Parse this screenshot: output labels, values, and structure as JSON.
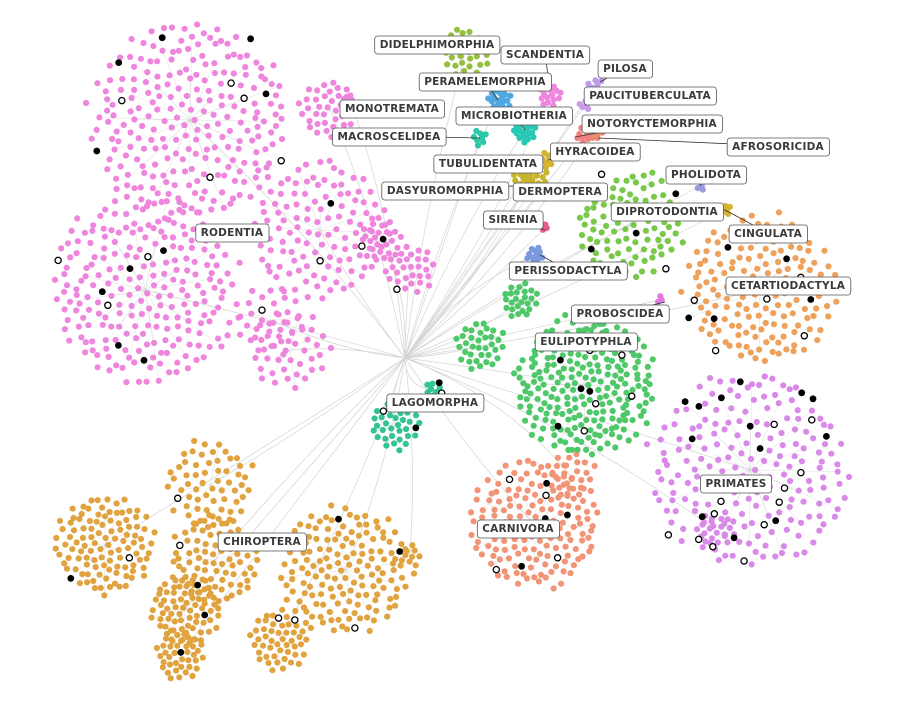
{
  "colors": {
    "edge": "#d4d4d4",
    "leader": "#333333",
    "highlight_fill": "#000000",
    "highlight_ring": "#000000"
  },
  "clades": [
    {
      "name": "RODENTIA",
      "color": "#ef86dd"
    },
    {
      "name": "CHIROPTERA",
      "color": "#e0a33f"
    },
    {
      "name": "CARNIVORA",
      "color": "#f29577"
    },
    {
      "name": "PRIMATES",
      "color": "#d98ae8"
    },
    {
      "name": "EULIPOTYPHLA",
      "color": "#4fc86a"
    },
    {
      "name": "LAGOMORPHA",
      "color": "#33c490"
    },
    {
      "name": "CETARTIODACTYLA",
      "color": "#eea15a"
    },
    {
      "name": "DIPROTODONTIA",
      "color": "#78c94a"
    },
    {
      "name": "DIDELPHIMORPHIA",
      "color": "#94c03e"
    },
    {
      "name": "SCANDENTIA",
      "color": "#ef86dd"
    },
    {
      "name": "PILOSA",
      "color": "#bf9ae8"
    },
    {
      "name": "PERAMELEMORPHIA",
      "color": "#4fa8e0"
    },
    {
      "name": "PAUCITUBERCULATA",
      "color": "#c79de8"
    },
    {
      "name": "MONOTREMATA",
      "color": "#ef86dd"
    },
    {
      "name": "MICROBIOTHERIA",
      "color": "#28c8b4"
    },
    {
      "name": "NOTORYCTEMORPHIA",
      "color": "#f08080"
    },
    {
      "name": "MACROSCELIDEA",
      "color": "#2ec8a8"
    },
    {
      "name": "AFROSORICIDA",
      "color": "#e88a72"
    },
    {
      "name": "HYRACOIDEA",
      "color": "#d4b430"
    },
    {
      "name": "TUBULIDENTATA",
      "color": "#c8b43a"
    },
    {
      "name": "DASYUROMORPHIA",
      "color": "#c8b42a"
    },
    {
      "name": "DERMOPTERA",
      "color": "#bcb430"
    },
    {
      "name": "PHOLIDOTA",
      "color": "#9a9ae0"
    },
    {
      "name": "SIRENIA",
      "color": "#e85a8a"
    },
    {
      "name": "CINGULATA",
      "color": "#d4b430"
    },
    {
      "name": "PERISSODACTYLA",
      "color": "#7a9ae0"
    },
    {
      "name": "PROBOSCIDEA",
      "color": "#e07ae0"
    }
  ]
}
